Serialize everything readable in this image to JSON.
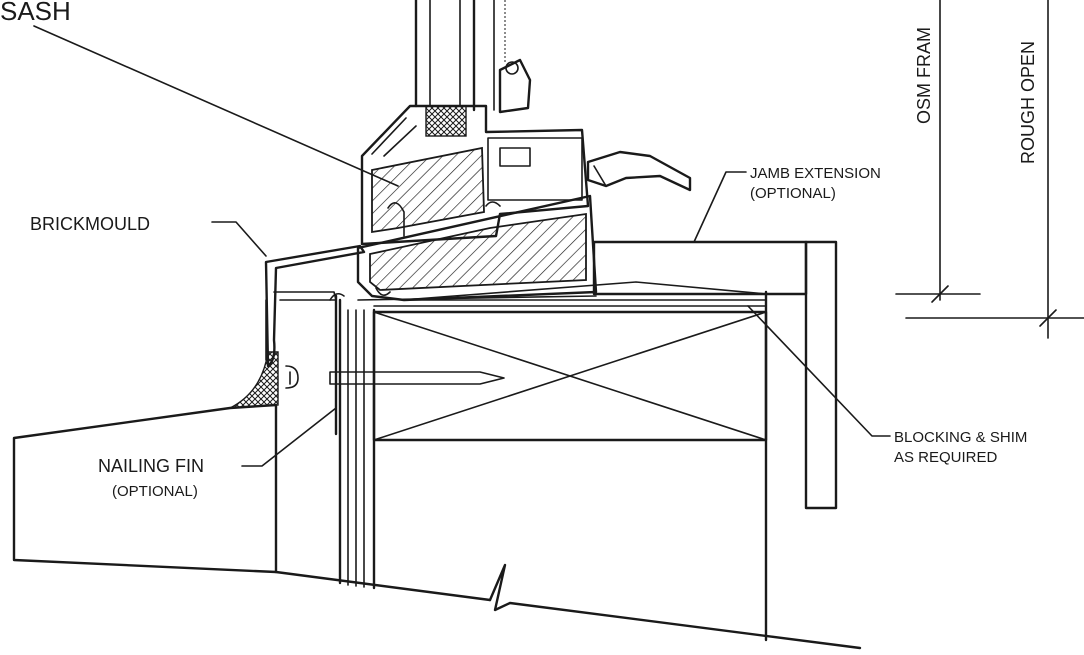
{
  "labels": {
    "sash": "SASH",
    "brickmould": "BRICKMOULD",
    "jamb_extension": "JAMB EXTENSION",
    "jamb_extension_note": "(OPTIONAL)",
    "nailing_fin": "NAILING FIN",
    "nailing_fin_note": "(OPTIONAL)",
    "blocking_line1": "BLOCKING & SHIM",
    "blocking_line2": "AS REQUIRED",
    "osm_framing": "OSM FRAM",
    "rough_opening": "ROUGH OPEN"
  }
}
